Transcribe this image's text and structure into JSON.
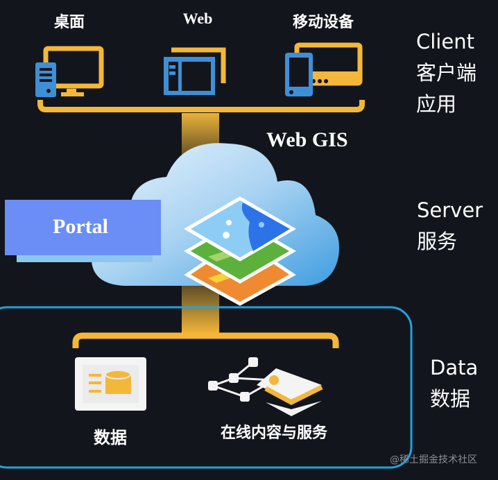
{
  "client": {
    "labels": [
      "桌面",
      "Web",
      "移动设备"
    ],
    "tier_en": "Client",
    "tier_zh_1": "客户端",
    "tier_zh_2": "应用"
  },
  "server": {
    "web_gis": "Web GIS",
    "portal": "Portal",
    "tier_en": "Server",
    "tier_zh": "服务"
  },
  "data": {
    "labels": [
      "数据",
      "在线内容与服务"
    ],
    "tier_en": "Data",
    "tier_zh": "数据"
  },
  "watermark": "@稀土掘金技术社区",
  "colors": {
    "background": "#12161c",
    "accent_yellow": "#f4b73a",
    "icon_blue": "#3f8fd6",
    "portal_blue": "#6a8ef5",
    "frame_blue": "#1fa3e0"
  }
}
